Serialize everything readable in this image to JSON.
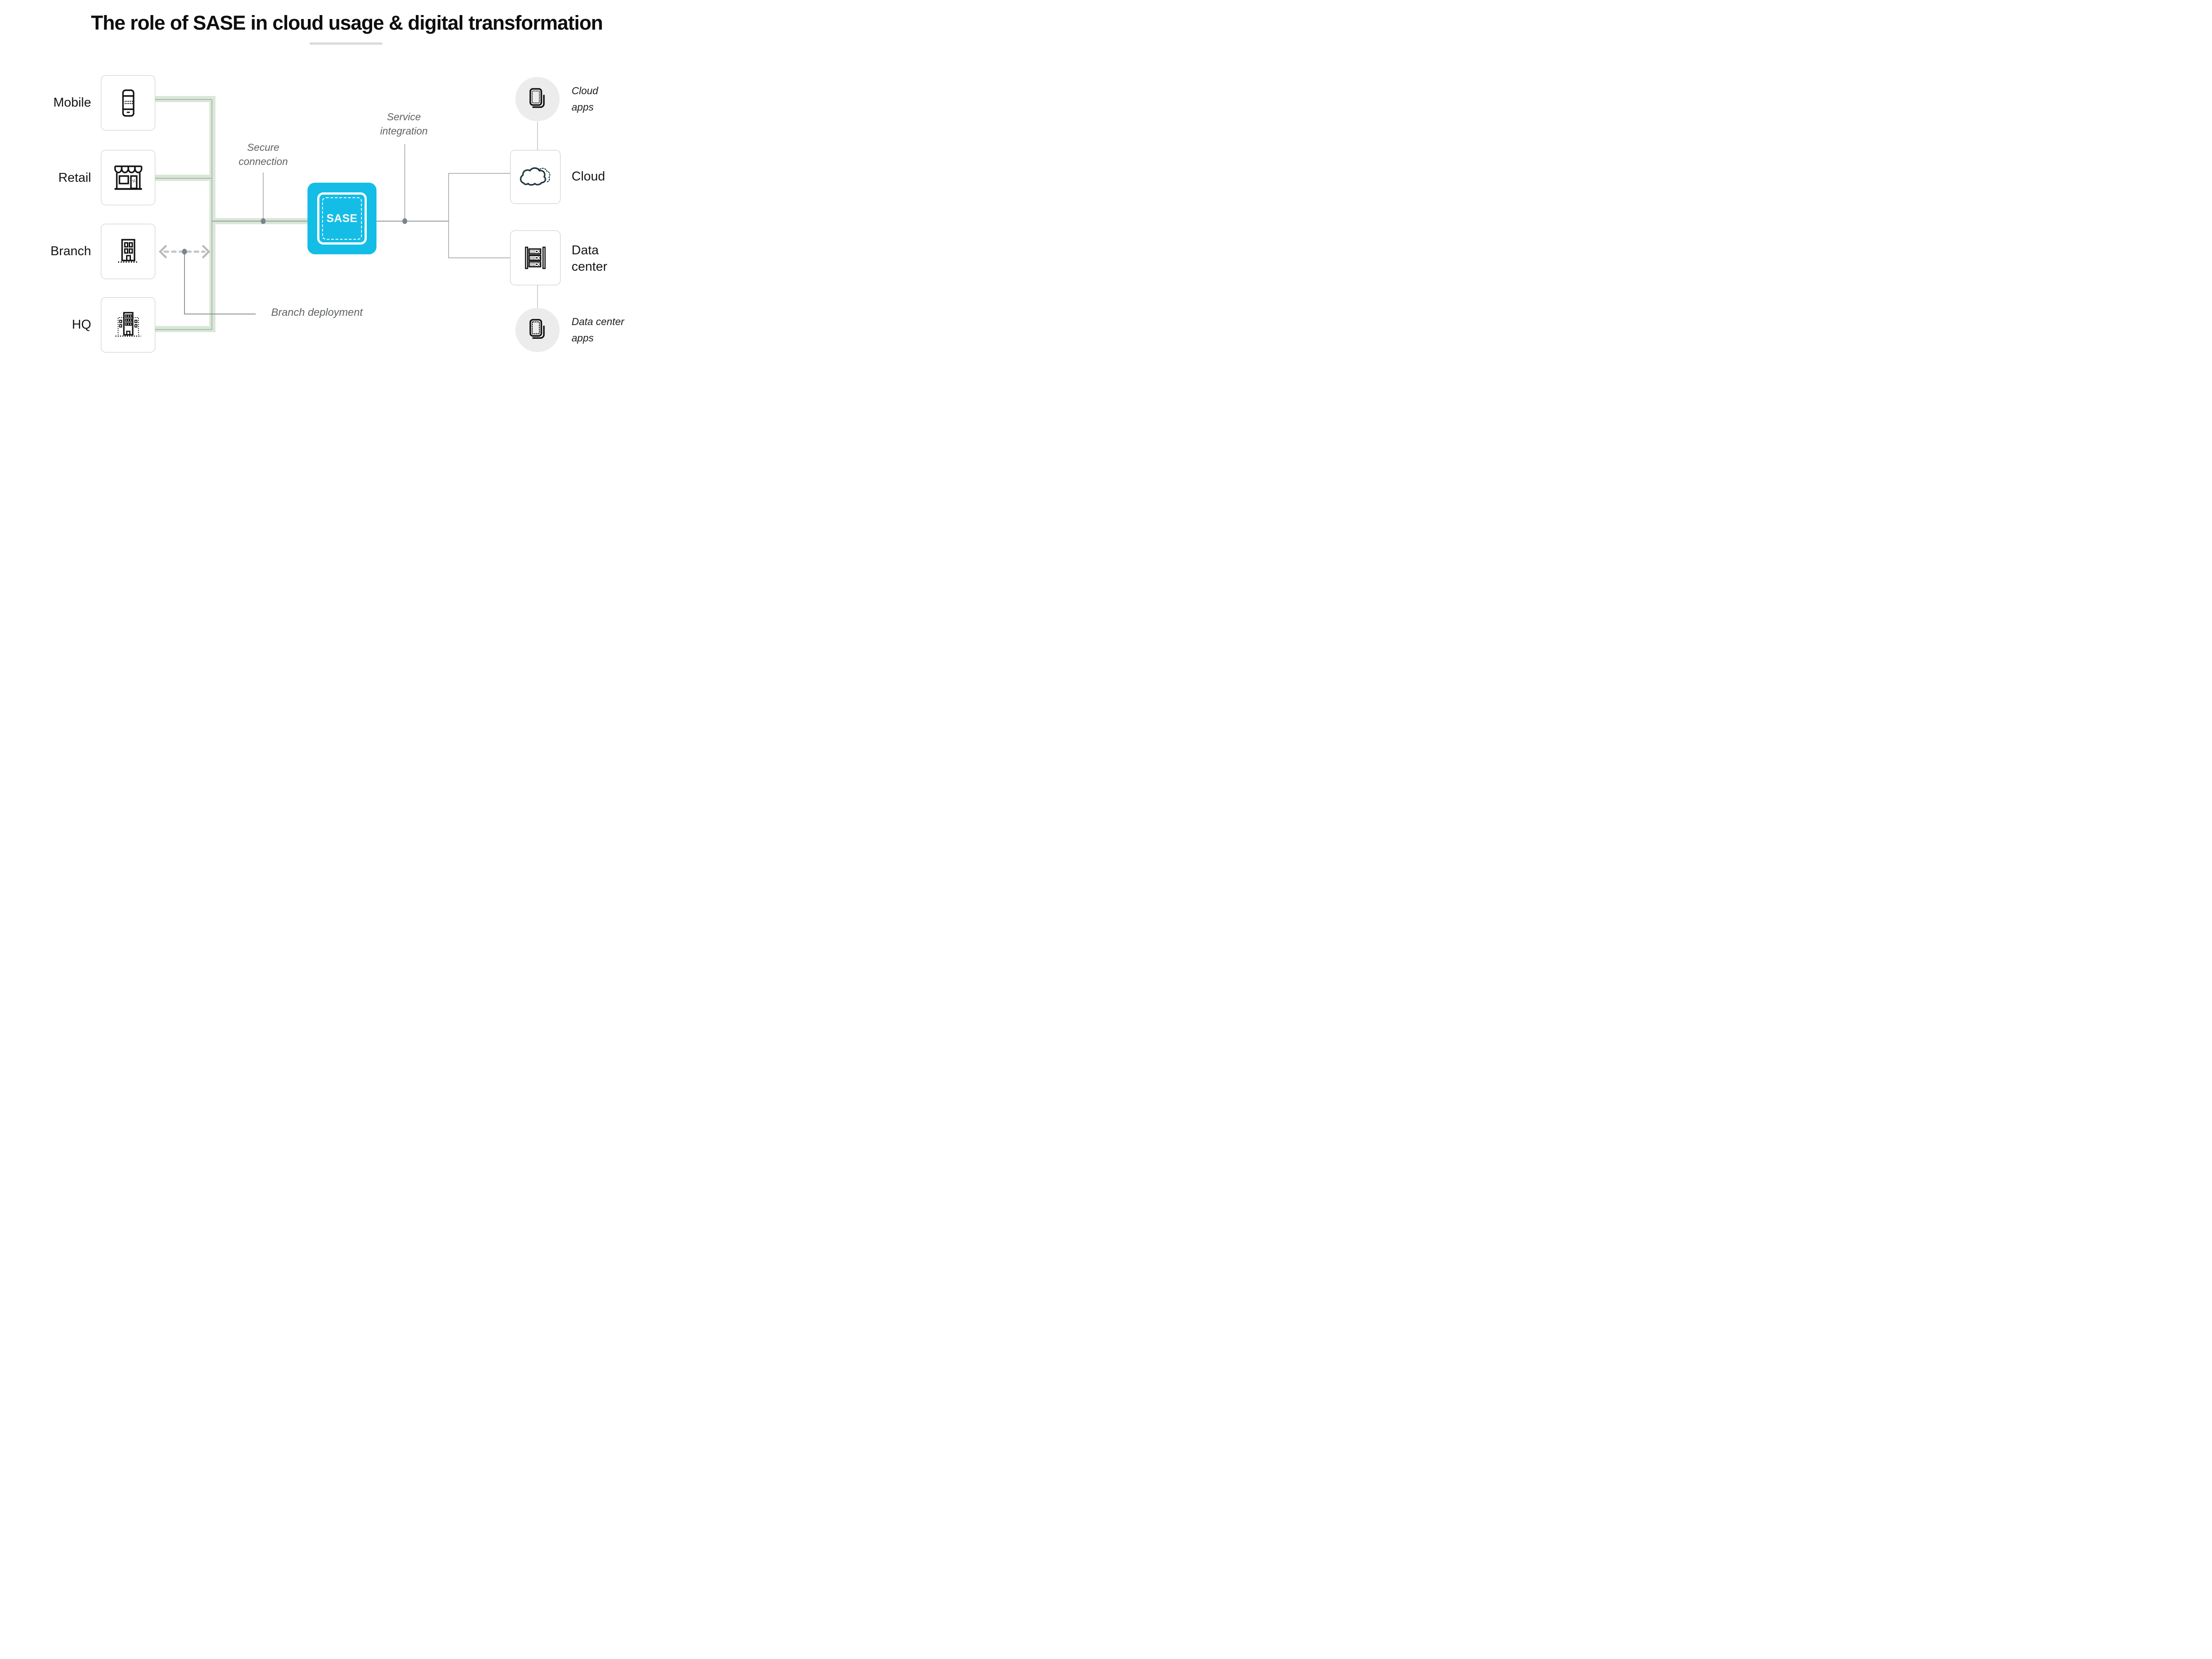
{
  "title": {
    "text": "The role of SASE in cloud usage & digital transformation"
  },
  "left_nodes": {
    "items": [
      {
        "label": "Mobile",
        "icon": "smartphone-icon"
      },
      {
        "label": "Retail",
        "icon": "storefront-icon"
      },
      {
        "label": "Branch",
        "icon": "office-building-icon"
      },
      {
        "label": "HQ",
        "icon": "hq-building-icon"
      }
    ]
  },
  "center_node": {
    "label": "SASE"
  },
  "annotations": {
    "secure_connection": {
      "line1": "Secure",
      "line2": "connection"
    },
    "service_integration": {
      "line1": "Service",
      "line2": "integration"
    },
    "branch_deployment": {
      "text": "Branch deployment"
    }
  },
  "right_nodes": {
    "cloud_apps": {
      "line1": "Cloud",
      "line2": "apps",
      "icon": "stacked-apps-icon"
    },
    "cloud": {
      "label": "Cloud",
      "icon": "cloud-icon"
    },
    "data_center": {
      "line1": "Data",
      "line2": "center",
      "icon": "server-rack-icon"
    },
    "data_center_apps": {
      "line1": "Data center",
      "line2": "apps",
      "icon": "stacked-apps-icon"
    }
  },
  "colors": {
    "sase_cyan": "#14bde6",
    "connection_green": "#d9e8d6",
    "line_gray": "#a7abae",
    "dot_gray": "#7b838b",
    "dashed_arrow_gray": "#bdc0c3",
    "annotation_gray": "#5e6265",
    "circle_gray": "#ececec",
    "box_border_gray": "#c7c7c7",
    "title_underline_gray": "#dadada",
    "icon_black": "#111111",
    "cloud_icon_slate": "#25383f"
  }
}
